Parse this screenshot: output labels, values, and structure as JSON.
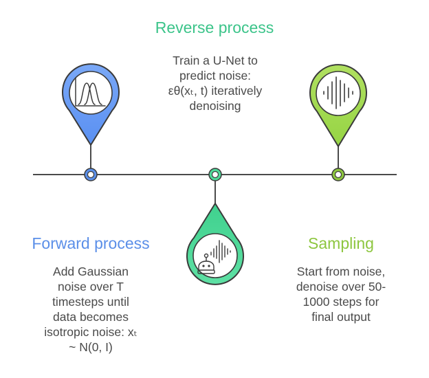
{
  "diagram": {
    "type": "timeline",
    "colors": {
      "forward": "#5b8fe8",
      "forward_fill": "#6a9cf5",
      "reverse": "#3cc48a",
      "reverse_fill": "#4fd99a",
      "sampling": "#8dc63f",
      "sampling_fill": "#a3dc52",
      "line": "#4a4a4a",
      "text": "#4a4a4a"
    },
    "steps": [
      {
        "id": "forward",
        "title": "Forward process",
        "icon": "bell-curve-distribution-icon",
        "description_lines": [
          "Add Gaussian",
          "noise over T",
          "timesteps until",
          "data becomes",
          "isotropic noise: xₜ",
          "~ N(0, I)"
        ]
      },
      {
        "id": "reverse",
        "title": "Reverse process",
        "icon": "robot-sound-wave-icon",
        "description_lines": [
          "Train a U-Net to",
          "predict noise:",
          "εθ(xₜ, t) iteratively",
          "denoising"
        ]
      },
      {
        "id": "sampling",
        "title": "Sampling",
        "icon": "sound-wave-icon",
        "description_lines": [
          "Start from noise,",
          "denoise over 50-",
          "1000 steps for",
          "final output"
        ]
      }
    ]
  }
}
